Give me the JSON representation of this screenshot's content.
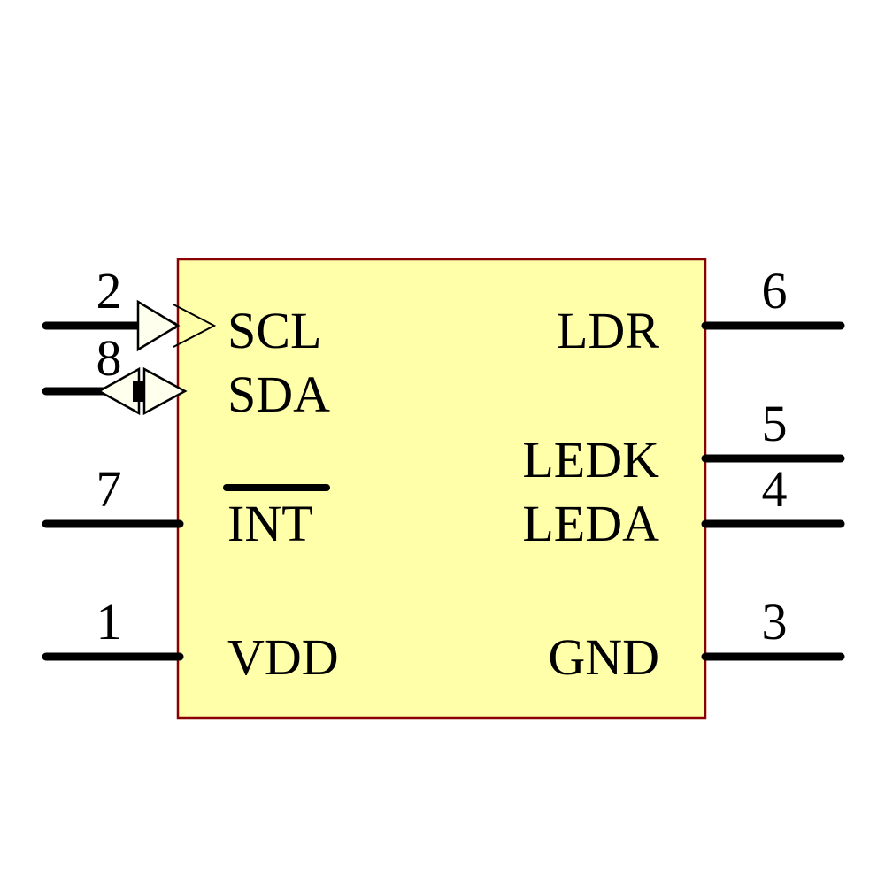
{
  "diagram": {
    "title": "IC block symbol pinout",
    "body_fill": "#FFFFAA",
    "body_stroke": "#8B0000",
    "wire_color": "#000000",
    "background": "#FFFFFF",
    "arrow_fill": "#FFFFEE"
  },
  "pins": {
    "left": [
      {
        "number": "2",
        "label": "SCL",
        "direction": "input",
        "marker": "input-arrow",
        "overline": false
      },
      {
        "number": "8",
        "label": "SDA",
        "direction": "bidirectional",
        "marker": "bidirectional-arrow",
        "overline": false
      },
      {
        "number": "7",
        "label": "INT",
        "direction": "output",
        "marker": "none",
        "overline": true
      },
      {
        "number": "1",
        "label": "VDD",
        "direction": "power",
        "marker": "none",
        "overline": false
      }
    ],
    "right": [
      {
        "number": "6",
        "label": "LDR",
        "direction": "passive",
        "marker": "none",
        "overline": false
      },
      {
        "number": "5",
        "label": "LEDK",
        "direction": "passive",
        "marker": "none",
        "overline": false
      },
      {
        "number": "4",
        "label": "LEDA",
        "direction": "passive",
        "marker": "none",
        "overline": false
      },
      {
        "number": "3",
        "label": "GND",
        "direction": "ground",
        "marker": "none",
        "overline": false
      }
    ]
  }
}
